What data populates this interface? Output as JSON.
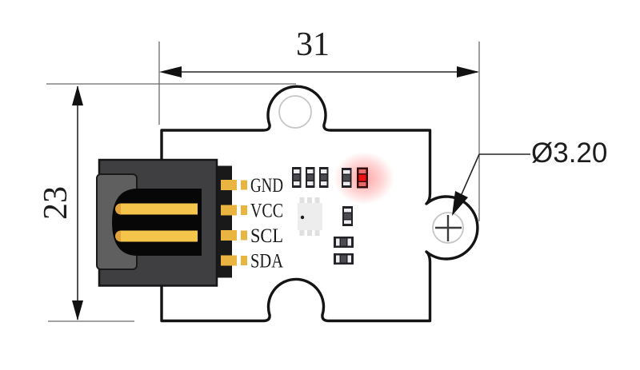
{
  "drawing": {
    "dimensions": {
      "width": {
        "value": "31"
      },
      "height": {
        "value": "23"
      },
      "hole_diameter": {
        "value": "Ø3.20"
      }
    },
    "pins": [
      {
        "label": "GND"
      },
      {
        "label": "VCC"
      },
      {
        "label": "SCL"
      },
      {
        "label": "SDA"
      }
    ],
    "colors": {
      "board_outline": "#141414",
      "pad_gold": "#e9b440",
      "pin_gold": "#f4c54a",
      "pin_gold_tip": "#e2a33b",
      "connector_body": "#3f3f41",
      "connector_strip": "#191919",
      "connector_face": "#5f5f5f",
      "connector_cavity": "#070707",
      "led_red": "#ee1111",
      "led_glow": "#ff5a5a",
      "component_body": "#232327",
      "component_cap": "#ededf0",
      "component_mid": "#4b4b52",
      "chip_body": "#ededed",
      "chip_pin": "#e0e0e0",
      "hole_ring": "#c6c6c6",
      "crosshair": "#3c3c3c",
      "dim_line": "#262626",
      "ext_line": "#6b6b6b"
    }
  }
}
